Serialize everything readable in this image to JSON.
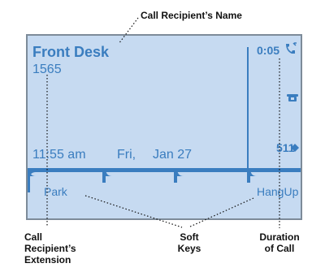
{
  "callouts": {
    "name": "Call Recipient’s Name",
    "extension": "Call\nRecipient’s\nExtension",
    "soft_keys": "Soft\nKeys",
    "duration": "Duration\nof Call"
  },
  "screen": {
    "recipient_name": "Front Desk",
    "recipient_extension": "1565",
    "duration": "0:05",
    "time": "11:55 am",
    "day": "Fri,",
    "date": "Jan 27",
    "line_number": "511",
    "softkeys": [
      "Park",
      "",
      "",
      "HangUp"
    ]
  },
  "icons": [
    "handset-call-active-icon",
    "telephone-icon",
    "diamond-bullet-icon"
  ],
  "colors": {
    "screen_background": "#c6daf1",
    "screen_text": "#3a7dbf",
    "screen_border": "#7d8b99"
  }
}
